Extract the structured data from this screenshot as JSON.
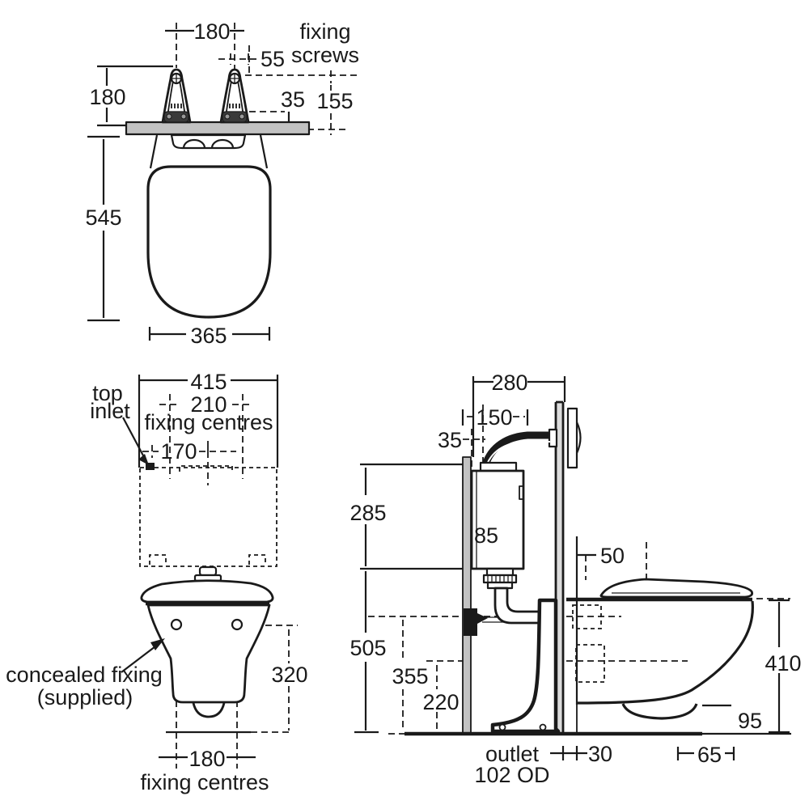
{
  "colors": {
    "line_color": "#1a1a1a",
    "wall_fill": "#c2c2c2",
    "panel_fill": "#dcdcdc",
    "paper": "#ffffff"
  },
  "views": {
    "front": {
      "labels": {
        "fixing_screws_1": "fixing",
        "fixing_screws_2": "screws"
      },
      "dims": {
        "bracket_centres": "180",
        "screw_offset": "55",
        "bracket_height": "180",
        "rim_to_fixing": "35",
        "screw_height": "155",
        "pan_height": "545",
        "pan_width": "365"
      }
    },
    "cistern_front": {
      "labels": {
        "top_inlet_1": "top",
        "top_inlet_2": "inlet",
        "fixing_centres_cistern": "fixing centres",
        "concealed_fixing_1": "concealed fixing",
        "concealed_fixing_2": "(supplied)",
        "fixing_centres_pan": "fixing centres"
      },
      "dims": {
        "cistern_width": "415",
        "cistern_fixing_centres": "210",
        "inlet_offset": "170",
        "pan_fixing_height": "320",
        "pan_fixing_centres": "180"
      }
    },
    "side": {
      "labels": {
        "outlet_1": "outlet",
        "outlet_2": "102 OD"
      },
      "dims": {
        "frame_depth": "280",
        "cistern_offset": "150",
        "pipe_wall_gap": "35",
        "cistern_height": "285",
        "flush_pipe_offset": "85",
        "seat_rise": "50",
        "cistern_base_height": "505",
        "inlet_height": "355",
        "outlet_height": "220",
        "pan_top_height": "410",
        "pan_underside_height": "95",
        "panel_offset": "30",
        "outlet_setback": "65"
      }
    }
  }
}
